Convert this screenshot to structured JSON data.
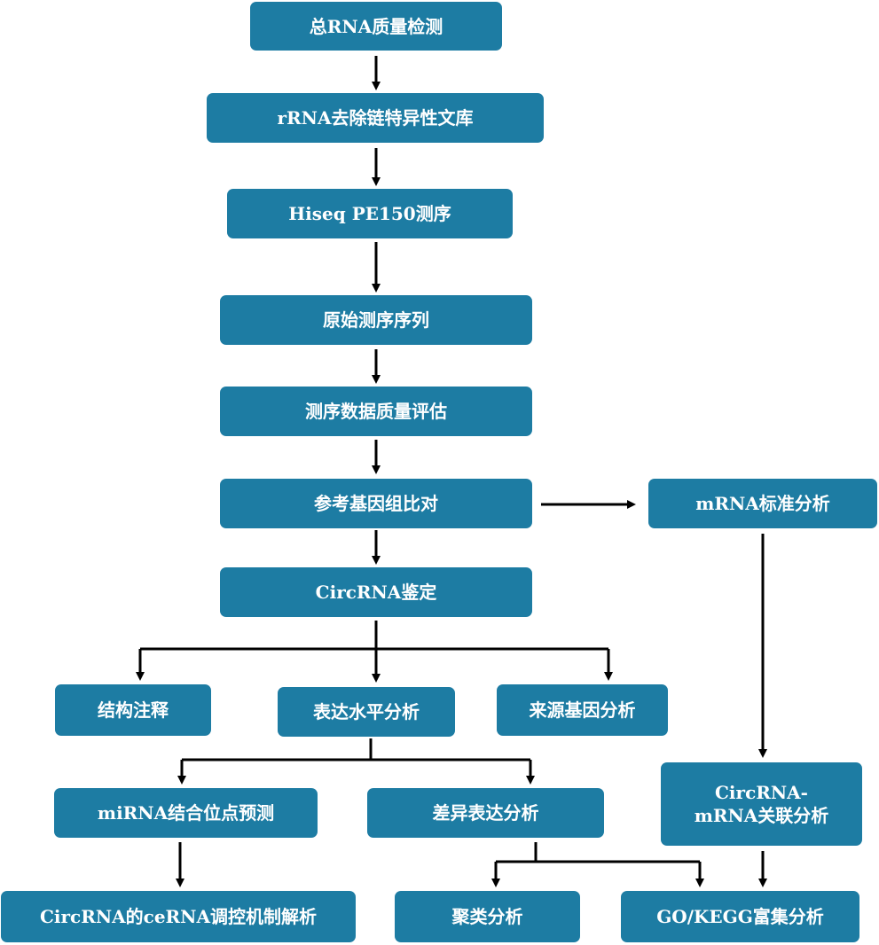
{
  "colors": {
    "box": "#1d7ca3",
    "text": "#ffffff",
    "arrow": "#000000"
  },
  "nodes": {
    "total_rna_qc": "总RNA质量检测",
    "rrna_library": "rRNA去除链特异性文库",
    "hiseq": "Hiseq PE150测序",
    "raw_reads": "原始测序序列",
    "data_qc": "测序数据质量评估",
    "alignment": "参考基因组比对",
    "circrna_identification": "CircRNA鉴定",
    "structure_annotation": "结构注释",
    "expression_level": "表达水平分析",
    "source_gene": "来源基因分析",
    "mirna_binding": "miRNA结合位点预测",
    "differential_expression": "差异表达分析",
    "cerna_network": "CircRNA的ceRNA调控机制解析",
    "clustering": "聚类分析",
    "go_kegg": "GO/KEGG富集分析",
    "mrna_standard": "mRNA标准分析",
    "circ_mrna_line1": "CircRNA-",
    "circ_mrna_line2": "mRNA关联分析"
  }
}
